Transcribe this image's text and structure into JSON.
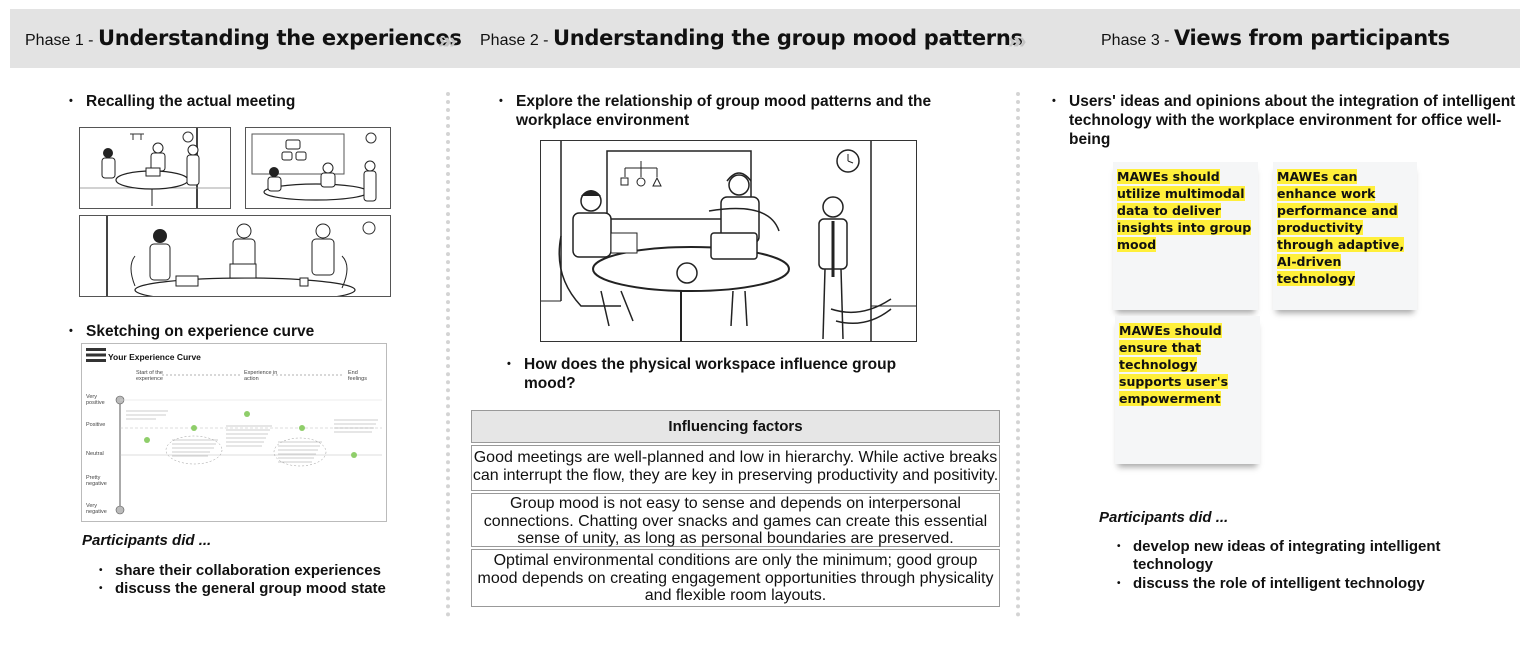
{
  "phases": [
    {
      "prefix": "Phase 1 -",
      "title": "Understanding the experiences"
    },
    {
      "prefix": "Phase 2 -",
      "title": "Understanding the group mood patterns"
    },
    {
      "prefix": "Phase 3 -",
      "title": "Views from participants"
    }
  ],
  "chevron": "»»",
  "col1": {
    "bullet1": "Recalling the actual meeting",
    "bullet2": "Sketching on experience curve",
    "curve": {
      "title": "Your Experience Curve",
      "top_labels": [
        "Start of the experience",
        "Experience in action",
        "End feelings"
      ],
      "y_labels": [
        "Very positive",
        "Positive",
        "Neutral",
        "Pretty negative",
        "Very negative"
      ]
    },
    "participants_label": "Participants did ...",
    "participants": [
      "share their collaboration experiences",
      "discuss the general group mood state"
    ]
  },
  "col2": {
    "bullet1": "Explore the relationship of group mood patterns and the workplace environment",
    "bullet2": "How does the physical workspace influence group mood?",
    "table_header": "Influencing factors",
    "factors": [
      "Good meetings are well-planned and low in hierarchy. While active breaks can interrupt the flow, they are key in preserving productivity and positivity.",
      "Group mood is not easy to sense and depends on interpersonal connections. Chatting over snacks and games can create this essential sense of unity, as long as personal boundaries are preserved.",
      "Optimal environmental conditions are only the minimum; good group mood depends on creating engagement opportunities through physicality and flexible room layouts."
    ]
  },
  "col3": {
    "bullet1": "Users' ideas and opinions about the integration of intelligent technology with the workplace environment for office well-being",
    "notes": [
      "MAWEs should utilize multimodal data to deliver insights into group mood",
      "MAWEs can enhance work performance and productivity through adaptive, AI-driven technology",
      "MAWEs should ensure that technology supports user's empowerment"
    ],
    "participants_label": "Participants did ...",
    "participants": [
      "develop new ideas of integrating intelligent technology",
      "discuss the role of intelligent technology"
    ]
  },
  "colors": {
    "header_bg": "#e3e3e3",
    "note_highlight": "#ffef3a",
    "curve_points": "#8fce6a"
  }
}
